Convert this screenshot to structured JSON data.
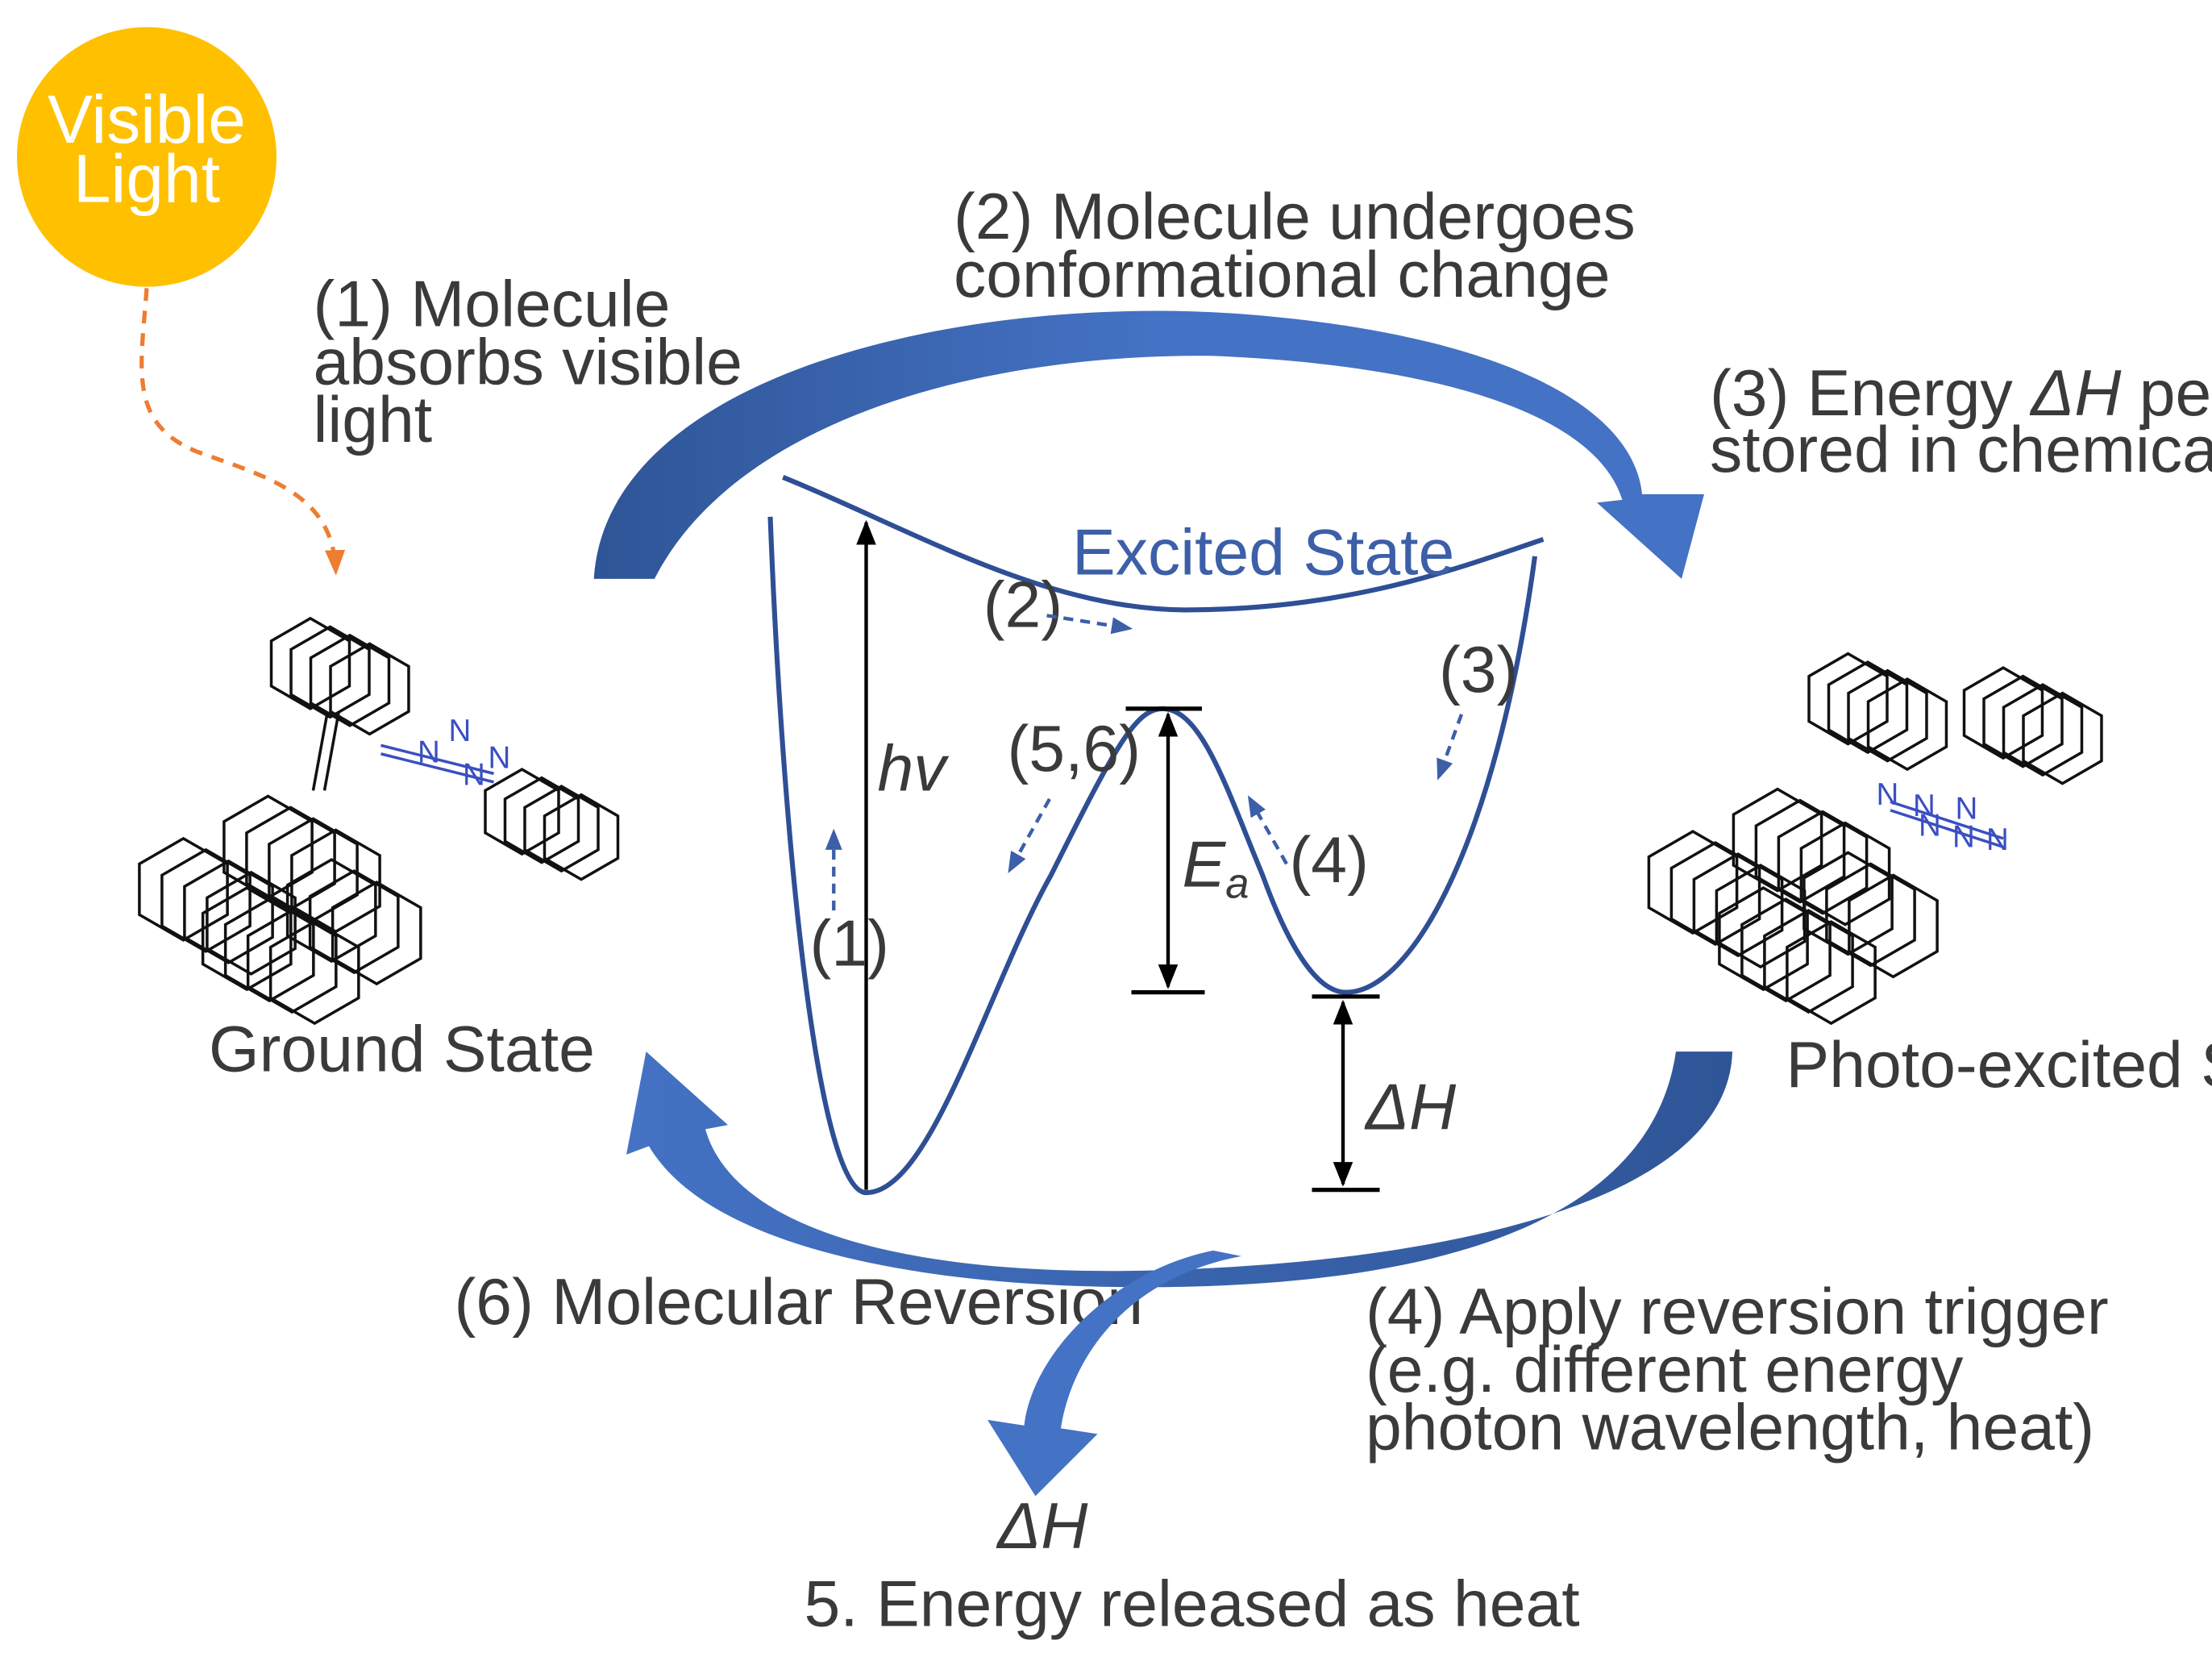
{
  "light_source": {
    "line1": "Visible",
    "line2": "Light"
  },
  "steps": {
    "step1": [
      "(1) Molecule",
      "absorbs visible",
      "light"
    ],
    "step2": [
      "(2) Molecule undergoes",
      "conformational change"
    ],
    "step3_prefix": "(3) Energy ",
    "step3_symbol": "ΔH",
    "step3_suffix": " per molecule",
    "step3_line2": "stored in chemical bonds",
    "step4": [
      "(4) Apply reversion trigger",
      "(e.g. different energy",
      "photon wavelength, heat)"
    ],
    "step5": "5. Energy released as heat",
    "step6": "(6) Molecular Reversion"
  },
  "states": {
    "ground": "Ground State",
    "photo_excited": "Photo-excited State",
    "excited": "Excited State"
  },
  "energy_diagram": {
    "hv": "hv",
    "ea_main": "E",
    "ea_sub": "a",
    "delta_h": "ΔH",
    "released": "ΔH",
    "markers": [
      "(1)",
      "(2)",
      "(3)",
      "(4)",
      "(5,6)"
    ]
  },
  "atoms": {
    "nitrogen": "N"
  },
  "colors": {
    "sun": "#FFC000",
    "arrow_blue": "#4472C4",
    "arrow_dark": "#2F5597",
    "curve": "#2F4F95",
    "dashed_orange": "#ED7D31",
    "azo_blue": "#3A4FC0"
  }
}
